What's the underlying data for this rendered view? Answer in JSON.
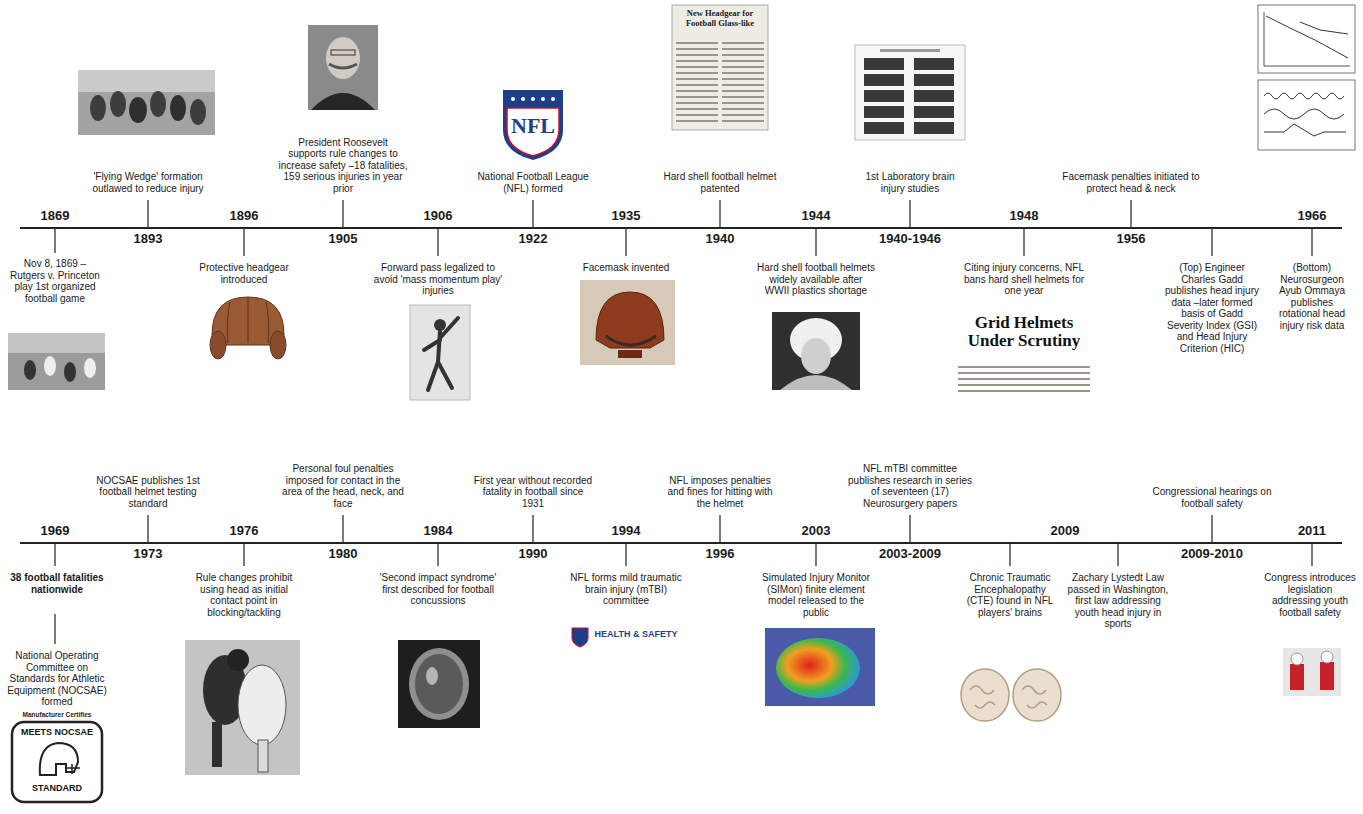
{
  "diagram": {
    "labels": [
      "1869",
      "Nov 8, 1869 – Rutgers v. Princeton play 1st organized football game",
      "1893",
      "'Flying Wedge' formation outlawed to reduce injury",
      "1896",
      "Protective headgear introduced",
      "1905",
      "President Roosevelt supports rule changes to increase safety –18 fatalities, 159 serious injuries in year prior",
      "1906",
      "Forward pass legalized to avoid 'mass momentum play' injuries",
      "1922",
      "NFL",
      "National Football League (NFL) formed",
      "1935",
      "Facemask invented",
      "1940",
      "New Headgear for Football Glass-like",
      "Hard shell football helmet patented",
      "1944",
      "Hard shell football helmets widely available after WWII plastics shortage",
      "1940-1946",
      "1st Laboratory brain injury studies",
      "1948",
      "Citing injury concerns, NFL bans hard shell helmets for one year",
      "Grid Helmets Under Scrutiny",
      "1956",
      "Facemask penalties initiated to protect head & neck",
      "1966",
      "(Top) Engineer Charles Gadd publishes head injury data –later formed basis of Gadd Severity Index (GSI) and Head Injury Criterion (HIC)",
      "(Bottom) Neurosurgeon Ayub Ommaya publishes rotational head injury risk data",
      "1969",
      "38 football fatalities nationwide",
      "National Operating Committee on Standards for Athletic Equipment (NOCSAE) formed",
      "Manufacturer Certifies",
      "MEETS NOCSAE",
      "STANDARD",
      "1973",
      "NOCSAE publishes 1st football helmet testing standard",
      "1976",
      "Rule changes prohibit using head as initial contact point in blocking/tackling",
      "1980",
      "Personal foul penalties imposed for contact in the area of the head, neck, and face",
      "1984",
      "'Second impact syndrome' first described for football concussions",
      "1990",
      "First year without recorded fatality in football since 1931",
      "1994",
      "NFL forms mild traumatic brain injury (mTBI) committee",
      "HEALTH & SAFETY",
      "1996",
      "NFL imposes penalties and fines for hitting with the helmet",
      "2003",
      "Simulated Injury Monitor (SIMon) finite element model released to the public",
      "2003-2009",
      "NFL mTBI committee publishes research in series of seventeen (17) Neurosurgery papers",
      "2009",
      "Chronic Traumatic Encephalopathy (CTE) found in NFL players' brains",
      "Zachary Lystedt Law passed in Washington, first law addressing youth head injury in sports",
      "2009-2010",
      "Congressional hearings on football safety",
      "2011",
      "Congress introduces legislation addressing youth football safety"
    ]
  }
}
